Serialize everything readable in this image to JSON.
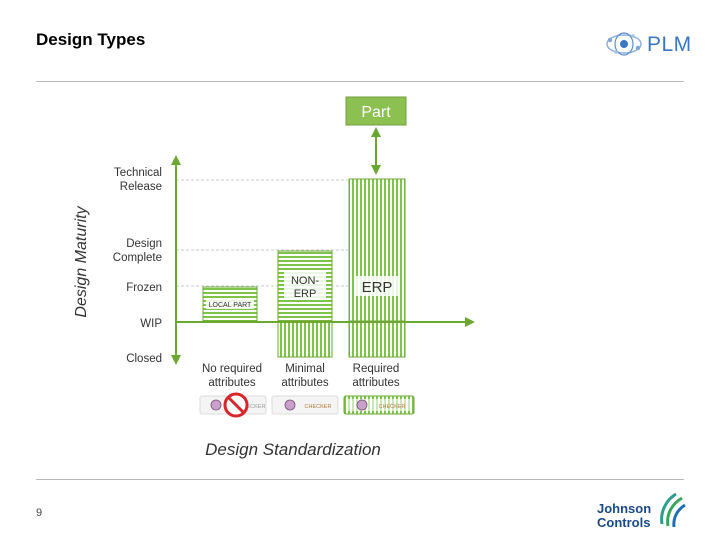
{
  "slide": {
    "title": "Design Types",
    "page_number": "9",
    "logo_plm": "PLM",
    "logo_company_line1": "Johnson",
    "logo_company_line2": "Controls"
  },
  "diagram": {
    "part_label": "Part",
    "y_axis_title": "Design Maturity",
    "x_axis_title": "Design Standardization",
    "maturity_levels": [
      {
        "lines": [
          "Technical",
          "Release"
        ]
      },
      {
        "lines": [
          "Design",
          "Complete"
        ]
      },
      {
        "lines": [
          "Frozen"
        ]
      },
      {
        "lines": [
          "WIP"
        ]
      },
      {
        "lines": [
          "Closed"
        ]
      }
    ],
    "columns": [
      {
        "lines": [
          "No required",
          "attributes"
        ],
        "box_label": [
          "LOCAL PART"
        ],
        "checker": "CHECKER",
        "checker_status": "prohibited"
      },
      {
        "lines": [
          "Minimal",
          "attributes"
        ],
        "box_label": [
          "NON-",
          "ERP"
        ],
        "checker": "CHECKER",
        "checker_status": "allowed"
      },
      {
        "lines": [
          "Required",
          "attributes"
        ],
        "box_label": [
          "ERP"
        ],
        "checker": "CHECKER",
        "checker_status": "allowed"
      }
    ],
    "colors": {
      "accent_green": "#7ec34a",
      "part_green": "#8cc152",
      "axis_green": "#6aa832",
      "logo_blue": "#3b77c4"
    },
    "icons": [
      "checker-mascot-icon",
      "prohibited-icon",
      "plm-logo-icon",
      "johnson-controls-logo-icon"
    ]
  }
}
